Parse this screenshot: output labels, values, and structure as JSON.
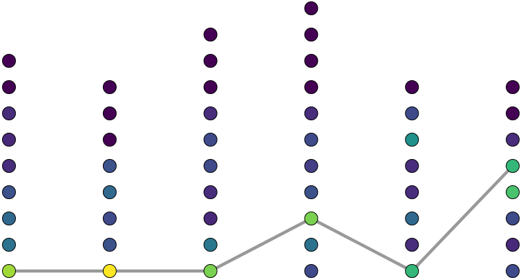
{
  "chart_data": {
    "type": "scatter",
    "x": [
      0,
      1,
      2,
      3,
      4,
      5
    ],
    "xlim": [
      0,
      5
    ],
    "ylim": [
      1,
      11
    ],
    "grid": false,
    "columns": [
      {
        "x": 0,
        "points": [
          {
            "y": 1,
            "color": "#a0da39"
          },
          {
            "y": 2,
            "color": "#2c728e"
          },
          {
            "y": 3,
            "color": "#31688e"
          },
          {
            "y": 4,
            "color": "#3b528b"
          },
          {
            "y": 5,
            "color": "#472d7b"
          },
          {
            "y": 6,
            "color": "#482878"
          },
          {
            "y": 7,
            "color": "#472c7a"
          },
          {
            "y": 8,
            "color": "#440154"
          },
          {
            "y": 9,
            "color": "#440154"
          }
        ]
      },
      {
        "x": 1,
        "points": [
          {
            "y": 1,
            "color": "#fde725"
          },
          {
            "y": 2,
            "color": "#3b528b"
          },
          {
            "y": 3,
            "color": "#3e4a89"
          },
          {
            "y": 4,
            "color": "#31688e"
          },
          {
            "y": 5,
            "color": "#3b528b"
          },
          {
            "y": 6,
            "color": "#440154"
          },
          {
            "y": 7,
            "color": "#440154"
          },
          {
            "y": 8,
            "color": "#440154"
          }
        ]
      },
      {
        "x": 2,
        "points": [
          {
            "y": 1,
            "color": "#7ad151"
          },
          {
            "y": 2,
            "color": "#2a788e"
          },
          {
            "y": 3,
            "color": "#482878"
          },
          {
            "y": 4,
            "color": "#472d7b"
          },
          {
            "y": 5,
            "color": "#3e4a89"
          },
          {
            "y": 6,
            "color": "#3e4a89"
          },
          {
            "y": 7,
            "color": "#472d7b"
          },
          {
            "y": 8,
            "color": "#440154"
          },
          {
            "y": 9,
            "color": "#440154"
          },
          {
            "y": 10,
            "color": "#440154"
          }
        ]
      },
      {
        "x": 3,
        "points": [
          {
            "y": 1,
            "color": "#3e4a89"
          },
          {
            "y": 2,
            "color": "#2c728e"
          },
          {
            "y": 3,
            "color": "#7ad151"
          },
          {
            "y": 4,
            "color": "#3b528b"
          },
          {
            "y": 5,
            "color": "#433e85"
          },
          {
            "y": 6,
            "color": "#3e4a89"
          },
          {
            "y": 7,
            "color": "#472d7b"
          },
          {
            "y": 8,
            "color": "#440154"
          },
          {
            "y": 9,
            "color": "#440154"
          },
          {
            "y": 10,
            "color": "#440154"
          },
          {
            "y": 11,
            "color": "#440154"
          }
        ]
      },
      {
        "x": 4,
        "points": [
          {
            "y": 1,
            "color": "#35b779"
          },
          {
            "y": 2,
            "color": "#472d7b"
          },
          {
            "y": 3,
            "color": "#31688e"
          },
          {
            "y": 4,
            "color": "#472d7b"
          },
          {
            "y": 5,
            "color": "#472d7b"
          },
          {
            "y": 6,
            "color": "#21918c"
          },
          {
            "y": 7,
            "color": "#3e4a89"
          },
          {
            "y": 8,
            "color": "#440154"
          }
        ]
      },
      {
        "x": 5,
        "points": [
          {
            "y": 1,
            "color": "#3e4a89"
          },
          {
            "y": 2,
            "color": "#482878"
          },
          {
            "y": 3,
            "color": "#3e4a89"
          },
          {
            "y": 4,
            "color": "#4ac16d"
          },
          {
            "y": 5,
            "color": "#35b779"
          },
          {
            "y": 6,
            "color": "#472d7b"
          },
          {
            "y": 7,
            "color": "#440154"
          },
          {
            "y": 8,
            "color": "#440154"
          }
        ]
      }
    ],
    "path": {
      "color": "#999999",
      "x": [
        0,
        1,
        2,
        3,
        4,
        5
      ],
      "y": [
        1,
        1,
        1,
        3,
        1,
        5
      ]
    },
    "marker_edge_color": "#000000"
  }
}
